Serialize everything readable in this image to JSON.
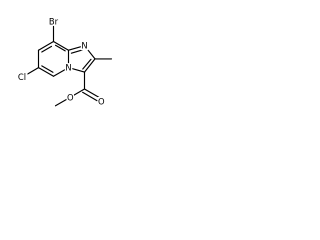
{
  "molecule": {
    "atoms": {
      "Br": "Br",
      "Cl": "Cl",
      "N_bridge": "N",
      "N_ring": "N",
      "O_carbonyl": "O",
      "O_ester": "O"
    }
  }
}
